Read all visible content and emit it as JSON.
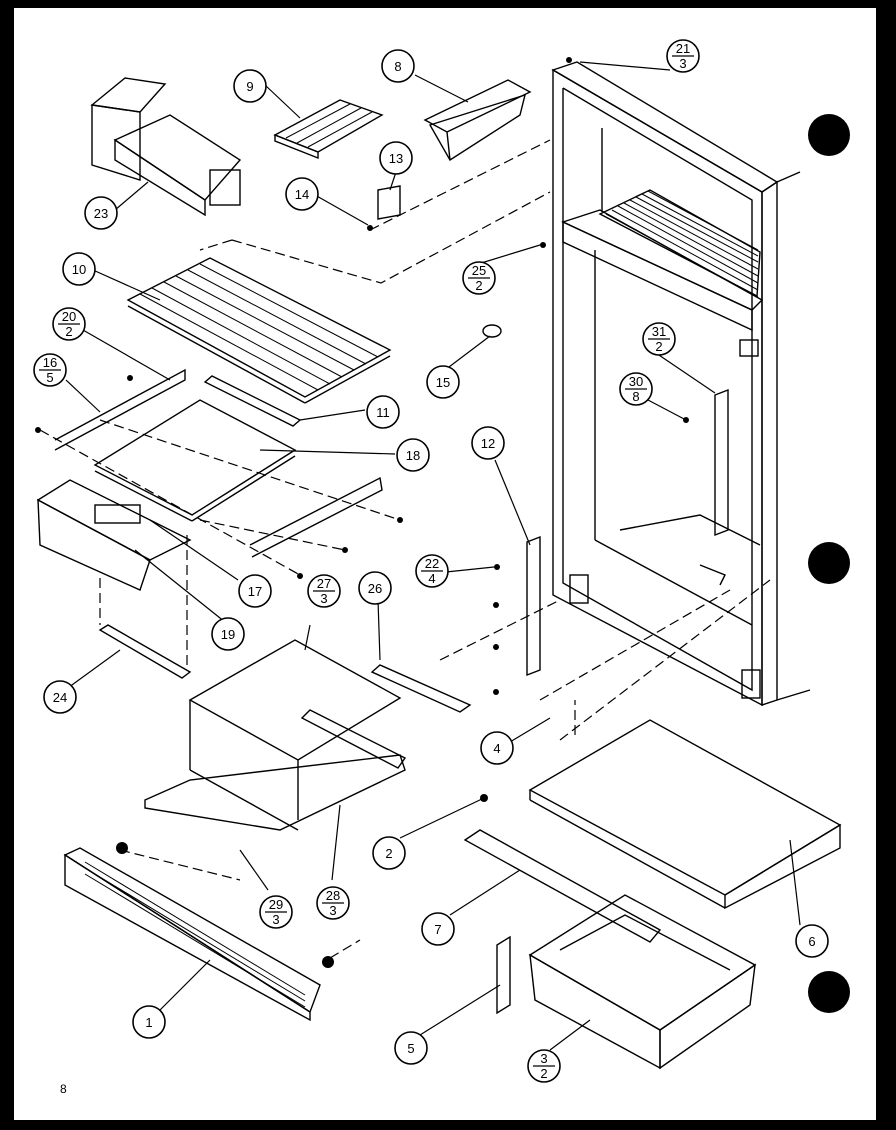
{
  "callouts": [
    {
      "id": "1",
      "label": "1"
    },
    {
      "id": "2",
      "label": "2"
    },
    {
      "id": "3",
      "top": "3",
      "bottom": "2"
    },
    {
      "id": "4",
      "label": "4"
    },
    {
      "id": "5",
      "label": "5"
    },
    {
      "id": "6",
      "label": "6"
    },
    {
      "id": "7",
      "label": "7"
    },
    {
      "id": "8",
      "label": "8"
    },
    {
      "id": "9",
      "label": "9"
    },
    {
      "id": "10",
      "label": "10"
    },
    {
      "id": "11",
      "label": "11"
    },
    {
      "id": "12",
      "label": "12"
    },
    {
      "id": "13",
      "label": "13"
    },
    {
      "id": "14",
      "label": "14"
    },
    {
      "id": "15",
      "label": "15"
    },
    {
      "id": "16",
      "top": "16",
      "bottom": "5"
    },
    {
      "id": "17",
      "label": "17"
    },
    {
      "id": "18",
      "label": "18"
    },
    {
      "id": "19",
      "label": "19"
    },
    {
      "id": "20",
      "top": "20",
      "bottom": "2"
    },
    {
      "id": "21",
      "top": "21",
      "bottom": "3"
    },
    {
      "id": "22",
      "top": "22",
      "bottom": "4"
    },
    {
      "id": "23",
      "label": "23"
    },
    {
      "id": "24",
      "label": "24"
    },
    {
      "id": "25",
      "top": "25",
      "bottom": "2"
    },
    {
      "id": "26",
      "label": "26"
    },
    {
      "id": "27",
      "top": "27",
      "bottom": "3"
    },
    {
      "id": "28",
      "top": "28",
      "bottom": "3"
    },
    {
      "id": "29",
      "top": "29",
      "bottom": "3"
    },
    {
      "id": "30",
      "top": "30",
      "bottom": "8"
    },
    {
      "id": "31",
      "top": "31",
      "bottom": "2"
    }
  ],
  "page_number": "8"
}
